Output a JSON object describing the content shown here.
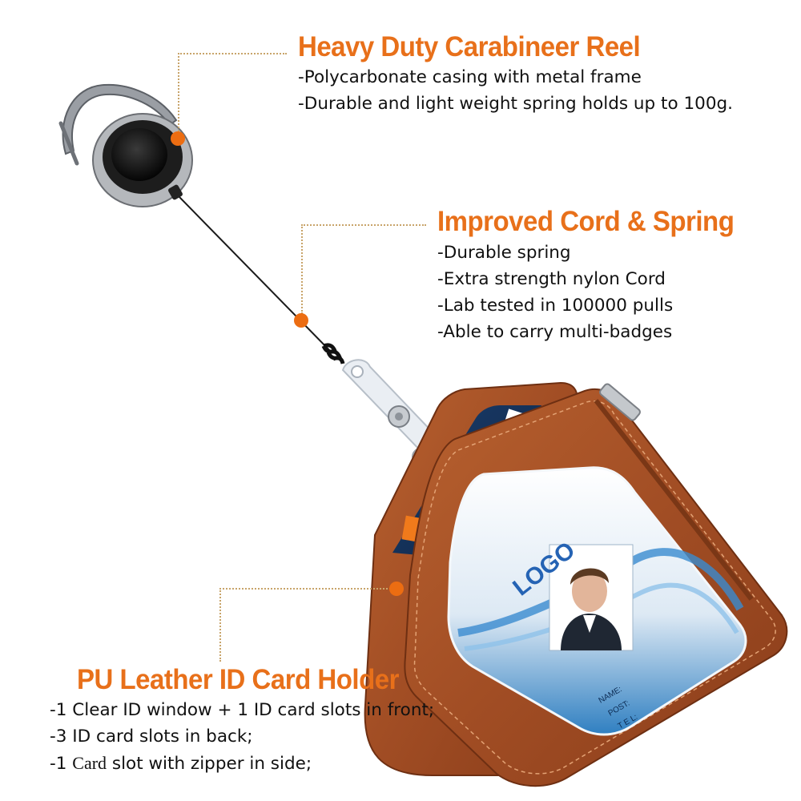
{
  "sections": {
    "reel": {
      "heading": "Heavy Duty Carabineer Reel",
      "lines": [
        "-Polycarbonate casing with metal frame",
        "-Durable and light weight spring holds up to 100g."
      ]
    },
    "cord": {
      "heading": "Improved Cord & Spring",
      "lines": [
        "-Durable spring",
        "-Extra strength nylon Cord",
        "-Lab tested in 100000 pulls",
        "-Able to carry multi-badges"
      ]
    },
    "holder": {
      "heading": "PU Leather ID Card Holder",
      "lines": [
        "-1 Clear ID window + 1 ID card slots in front;",
        "-3 ID card slots in back;"
      ],
      "line3_prefix": "-1 ",
      "line3_word": "Card",
      "line3_suffix": " slot with zipper in side;"
    }
  },
  "id_card": {
    "logo_text": "LOGO",
    "fields": [
      "NAME:",
      "POST:",
      "T E L:"
    ]
  },
  "colors": {
    "heading": "#e8701a",
    "marker": "#ec6d12",
    "leather": "#a8542a",
    "leader": "#c8a46a"
  }
}
